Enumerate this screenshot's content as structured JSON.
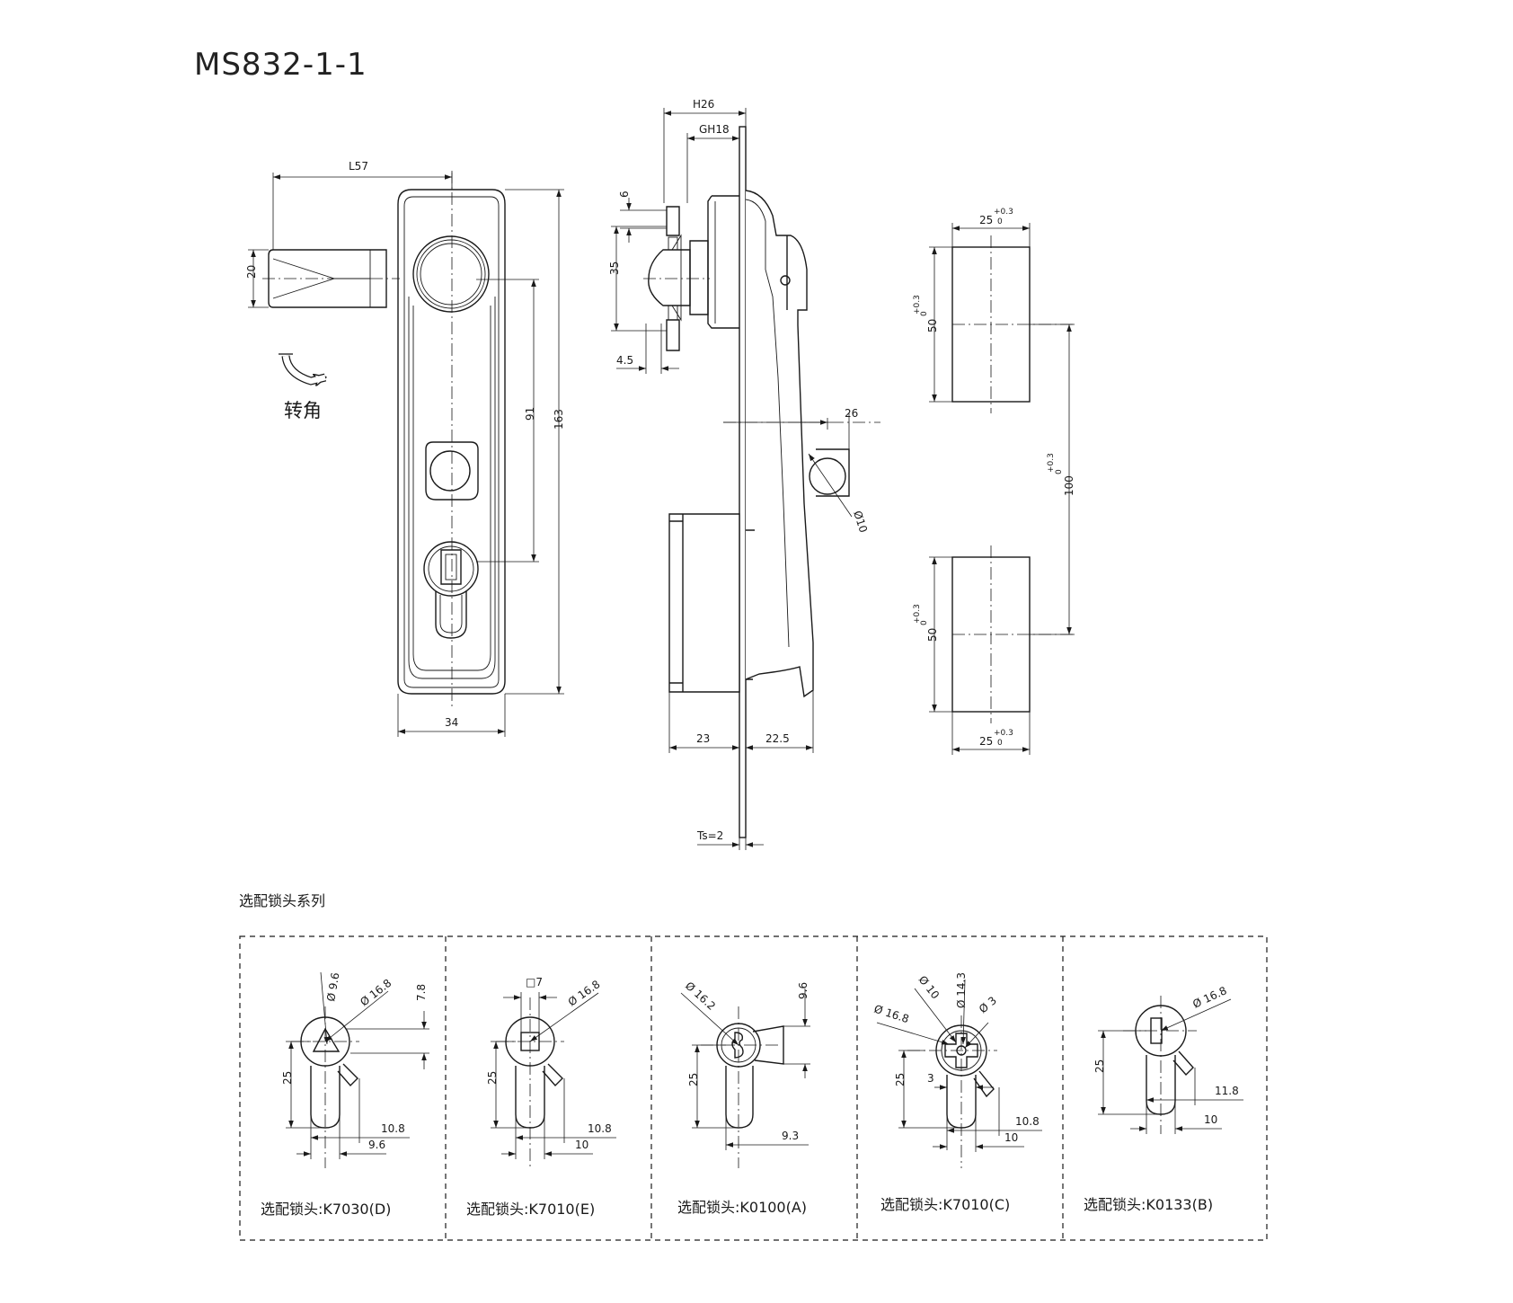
{
  "title": "MS832-1-1",
  "rotation_label": "转角",
  "series_label": "选配锁头系列",
  "front_view": {
    "dim_length": "L57",
    "dim_width": "34",
    "dim_handle": "20",
    "dim_91": "91",
    "dim_163": "163"
  },
  "side_view": {
    "dim_h": "H26",
    "dim_gh": "GH18",
    "dim_6": "6",
    "dim_35": "35",
    "dim_4_5": "4.5",
    "dim_26": "26",
    "dim_phi10": "Ø10",
    "dim_23": "23",
    "dim_22_5": "22.5",
    "dim_ts": "Ts=2"
  },
  "cutout_view": {
    "width": "25",
    "height": "50",
    "spacing": "100",
    "tol_plus": "+0.3",
    "tol_zero": "0"
  },
  "lock_options": [
    {
      "label": "选配锁头:K7030(D)",
      "dims": [
        "Ø 9.6",
        "Ø 16.8",
        "7.8",
        "25",
        "10.8",
        "9.6"
      ]
    },
    {
      "label": "选配锁头:K7010(E)",
      "dims": [
        "□7",
        "Ø 16.8",
        "25",
        "10.8",
        "10"
      ]
    },
    {
      "label": "选配锁头:K0100(A)",
      "dims": [
        "Ø 16.2",
        "9.6",
        "25",
        "9.3"
      ]
    },
    {
      "label": "选配锁头:K7010(C)",
      "dims": [
        "Ø 10",
        "Ø 14.3",
        "Ø 16.8",
        "Ø 3",
        "3",
        "25",
        "10.8",
        "10"
      ]
    },
    {
      "label": "选配锁头:K0133(B)",
      "dims": [
        "Ø 16.8",
        "25",
        "11.8",
        "10"
      ]
    }
  ]
}
